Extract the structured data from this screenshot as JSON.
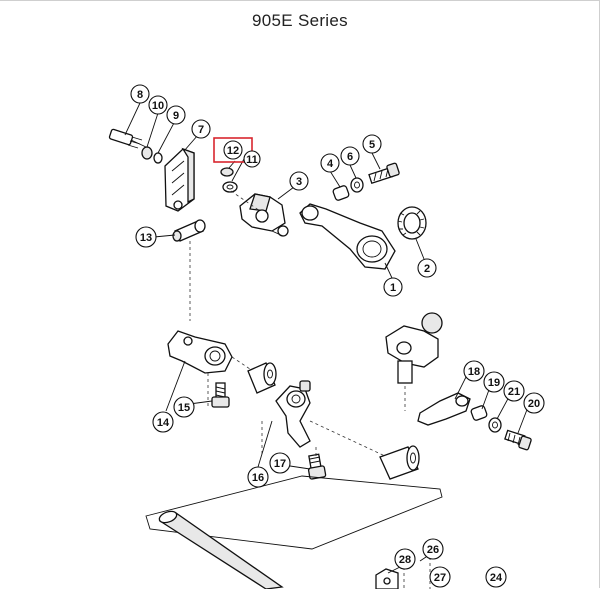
{
  "title": "905E  Series",
  "highlight_color": "#d9262e",
  "callouts": {
    "c1": "1",
    "c2": "2",
    "c3": "3",
    "c4": "4",
    "c5": "5",
    "c6": "6",
    "c7": "7",
    "c8": "8",
    "c9": "9",
    "c10": "10",
    "c11": "11",
    "c12": "12",
    "c13": "13",
    "c14": "14",
    "c15": "15",
    "c16": "16",
    "c17": "17",
    "c18": "18",
    "c19": "19",
    "c20": "20",
    "c21": "21",
    "c24": "24",
    "c26": "26",
    "c27": "27",
    "c28": "28"
  },
  "highlighted_callout": "12"
}
